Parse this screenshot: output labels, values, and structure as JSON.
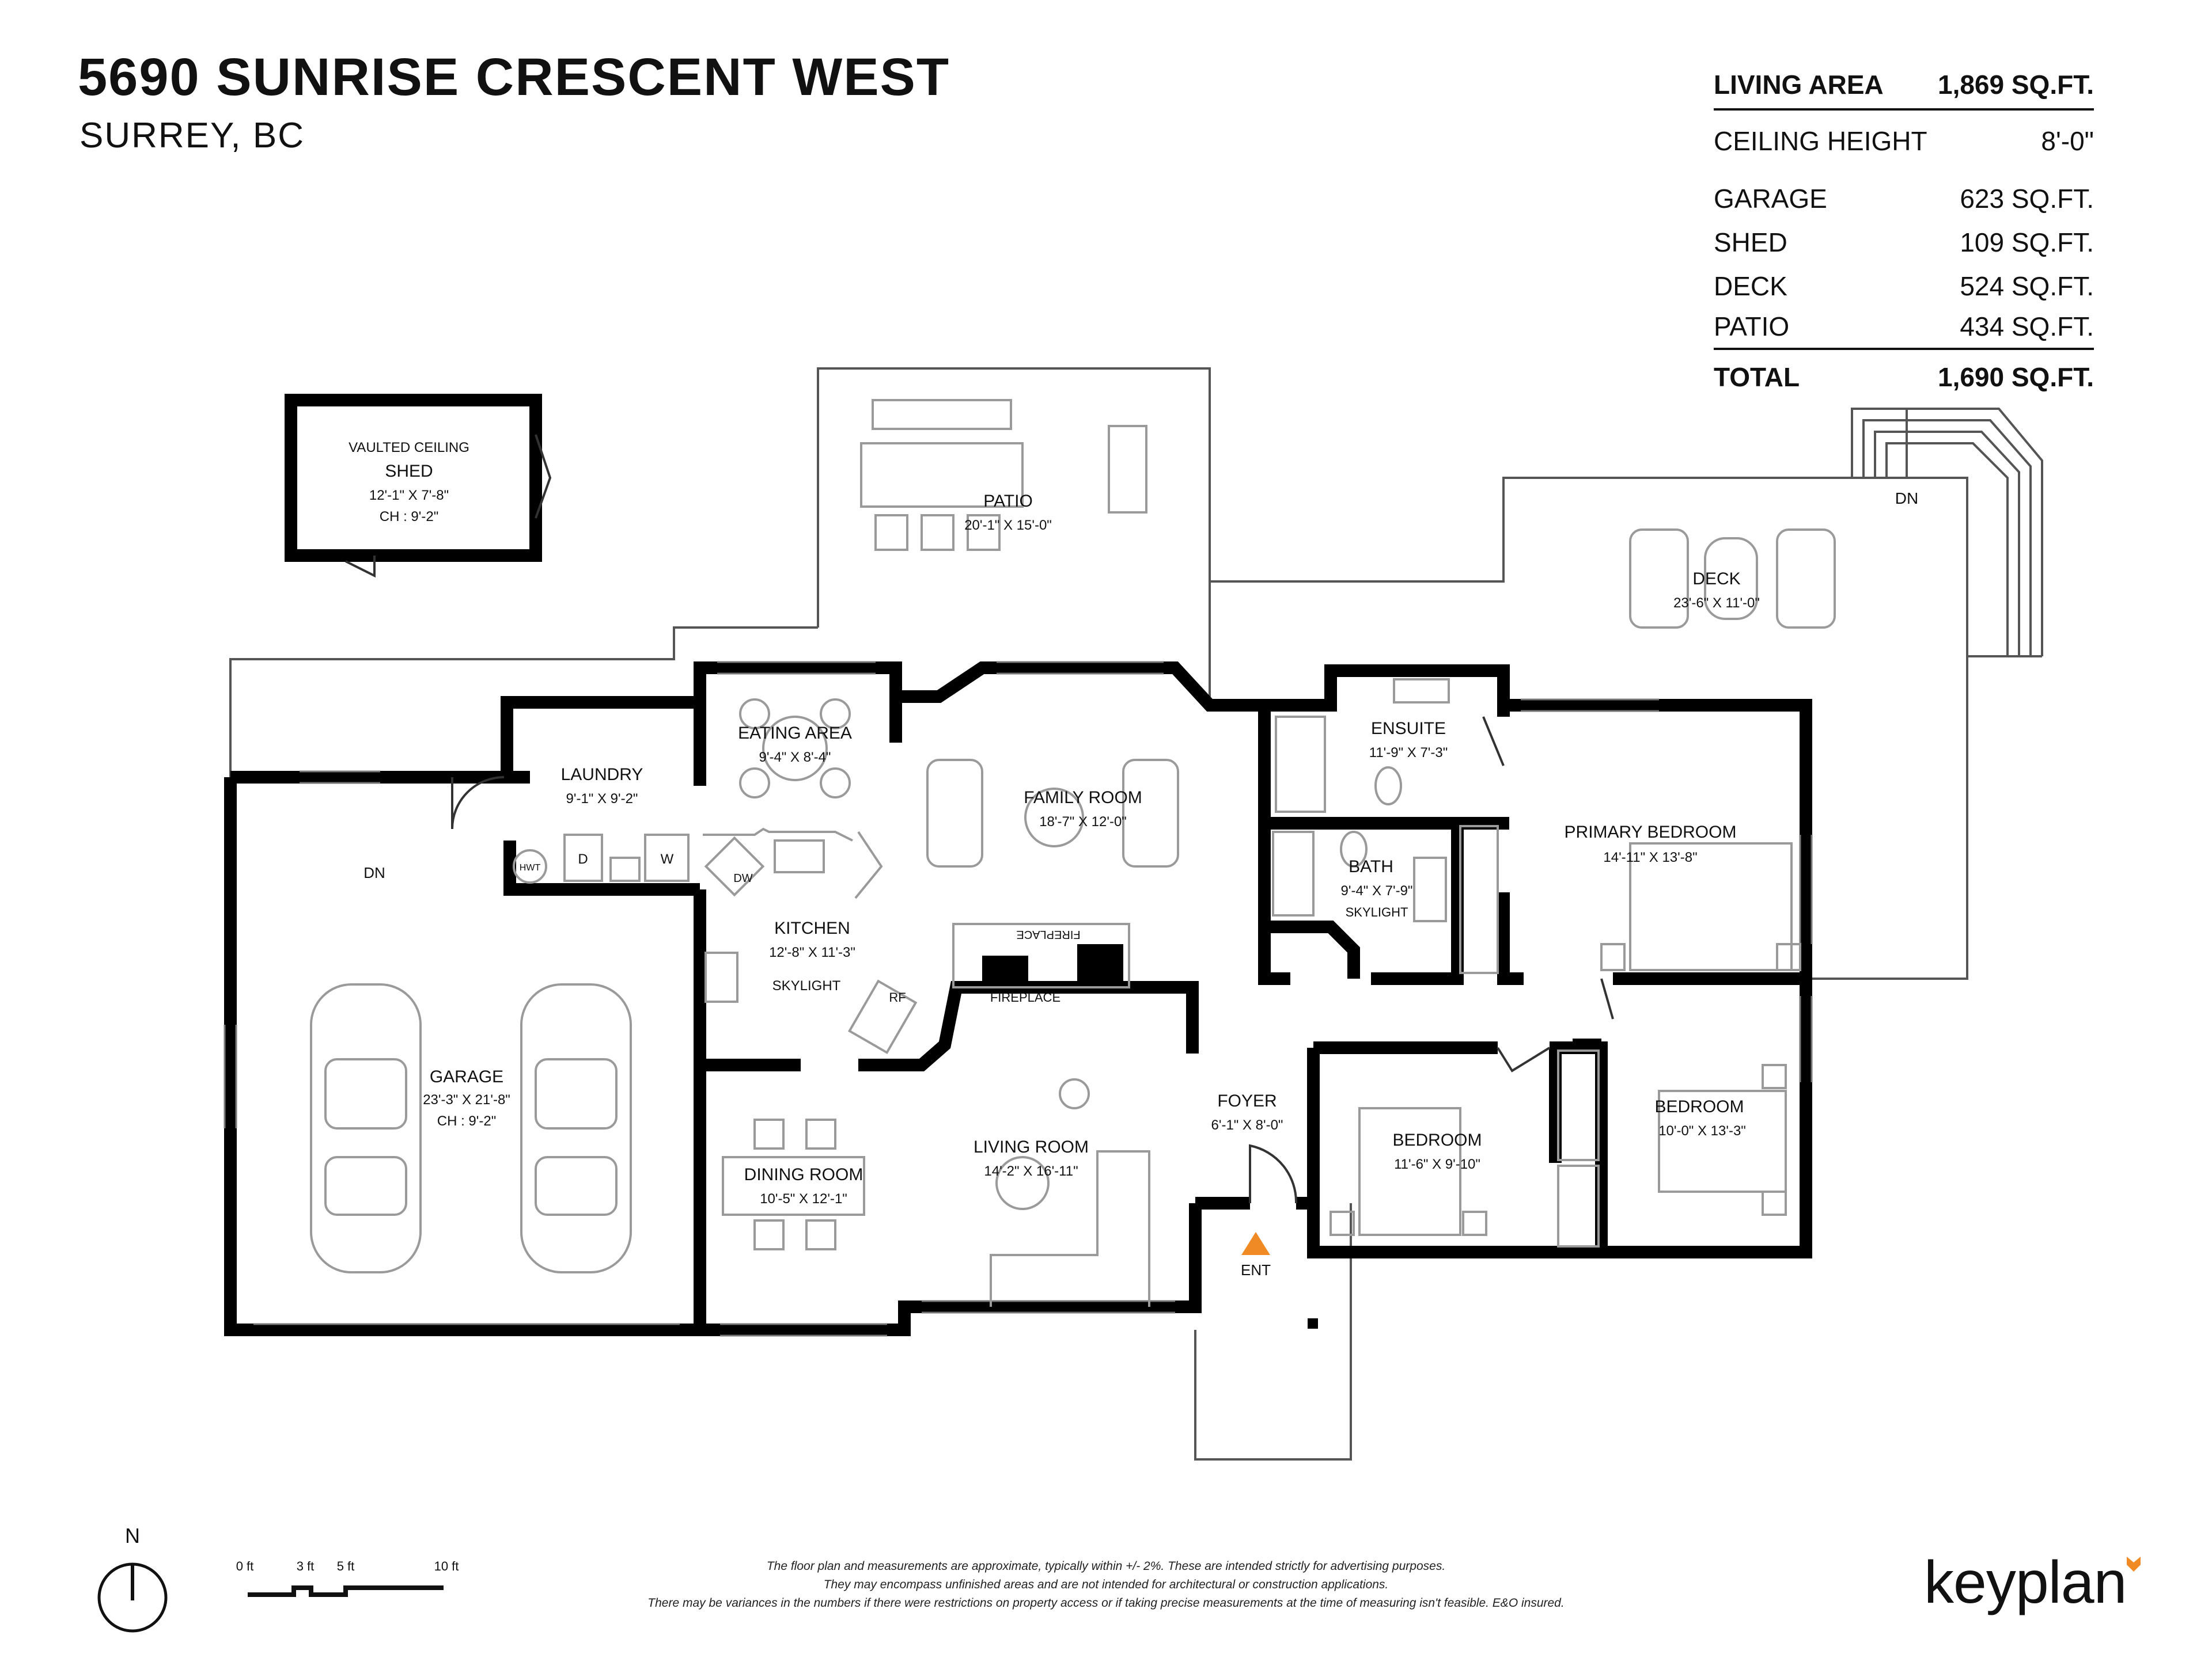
{
  "header": {
    "address": "5690 SUNRISE CRESCENT WEST",
    "city": "SURREY, BC"
  },
  "stats": {
    "living_area": {
      "label": "LIVING AREA",
      "value": "1,869 SQ.FT."
    },
    "ceiling_height": {
      "label": "CEILING HEIGHT",
      "value": "8'-0\""
    },
    "garage": {
      "label": "GARAGE",
      "value": "623 SQ.FT."
    },
    "shed": {
      "label": "SHED",
      "value": "109 SQ.FT."
    },
    "deck": {
      "label": "DECK",
      "value": "524 SQ.FT."
    },
    "patio": {
      "label": "PATIO",
      "value": "434 SQ.FT."
    },
    "total": {
      "label": "TOTAL",
      "value": "1,690 SQ.FT."
    }
  },
  "rooms": {
    "shed": {
      "note": "VAULTED CEILING",
      "name": "SHED",
      "dims": "12'-1\"  X  7'-8\"",
      "ch": "CH : 9'-2\""
    },
    "patio": {
      "name": "PATIO",
      "dims": "20'-1\"  X  15'-0\""
    },
    "deck": {
      "name": "DECK",
      "dims": "23'-6\"  X  11'-0\"",
      "dn": "DN"
    },
    "laundry": {
      "name": "LAUNDRY",
      "dims": "9'-1\"  X  9'-2\"",
      "hwt": "HWT",
      "dryer": "D",
      "washer": "W"
    },
    "eating_area": {
      "name": "EATING AREA",
      "dims": "9'-4\"  X  8'-4\""
    },
    "family_room": {
      "name": "FAMILY ROOM",
      "dims": "18'-7\"  X  12'-0\""
    },
    "ensuite": {
      "name": "ENSUITE",
      "dims": "11'-9\"  X  7'-3\""
    },
    "bath": {
      "name": "BATH",
      "dims": "9'-4\"  X  7'-9\"",
      "note": "SKYLIGHT"
    },
    "primary_bedroom": {
      "name": "PRIMARY BEDROOM",
      "dims": "14'-11\"  X  13'-8\""
    },
    "kitchen": {
      "name": "KITCHEN",
      "dims": "12'-8\"  X  11'-3\"",
      "note": "SKYLIGHT",
      "dw": "DW",
      "rf": "RF"
    },
    "fireplace_upper": "FIREPLACE",
    "fireplace_lower": "FIREPLACE",
    "garage": {
      "name": "GARAGE",
      "dims": "23'-3\"  X  21'-8\"",
      "ch": "CH : 9'-2\"",
      "dn": "DN"
    },
    "dining_room": {
      "name": "DINING ROOM",
      "dims": "10'-5\"  X  12'-1\""
    },
    "living_room": {
      "name": "LIVING ROOM",
      "dims": "14'-2\"  X  16'-11\""
    },
    "foyer": {
      "name": "FOYER",
      "dims": "6'-1\"  X  8'-0\"",
      "ent": "ENT"
    },
    "bedroom_1": {
      "name": "BEDROOM",
      "dims": "11'-6\"  X  9'-10\""
    },
    "bedroom_2": {
      "name": "BEDROOM",
      "dims": "10'-0\"  X  13'-3\""
    }
  },
  "compass": {
    "label": "N"
  },
  "scale": {
    "t0": "0 ft",
    "t1": "3 ft",
    "t2": "5 ft",
    "t3": "10 ft"
  },
  "disclaimer": {
    "line1": "The floor plan and measurements are approximate, typically within +/- 2%. These are intended strictly for advertising purposes.",
    "line2": "They may encompass unfinished areas and are not intended for architectural or construction applications.",
    "line3": "There may be variances in the numbers if there were restrictions on property access or if taking precise measurements at the time of measuring isn't feasible. E&O insured."
  },
  "brand": {
    "name": "keyplan",
    "accent": "#F08A24"
  },
  "colors": {
    "wall": "#000000",
    "outline": "#555555",
    "furniture": "#9a9a9a",
    "entry_marker": "#F08A24"
  }
}
